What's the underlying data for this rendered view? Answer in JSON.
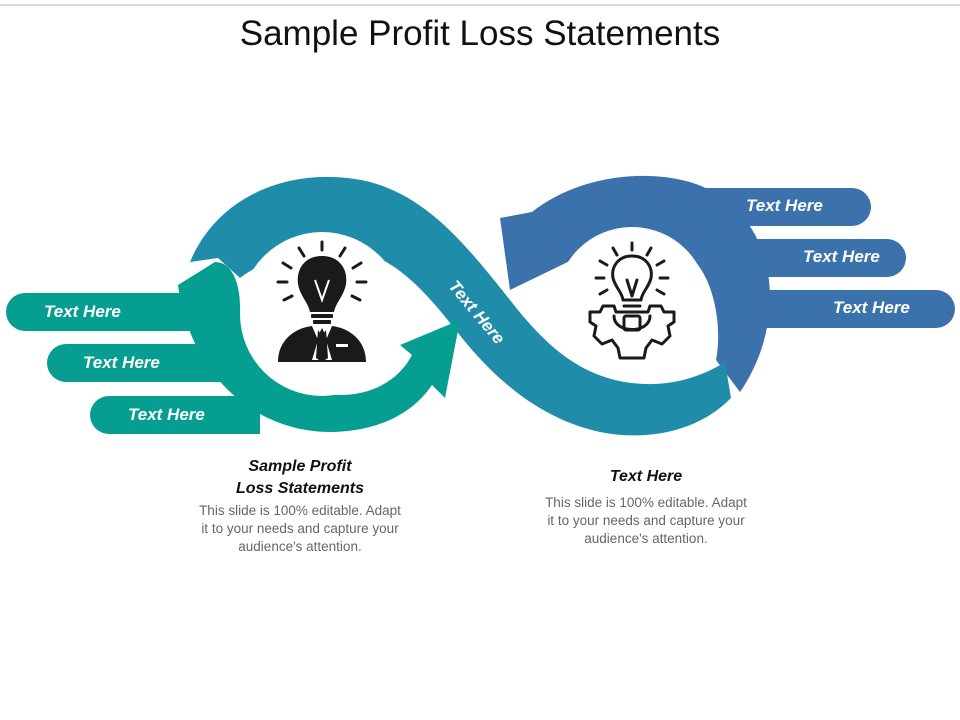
{
  "title": "Sample Profit Loss Statements",
  "colors": {
    "teal": "#079e92",
    "blue_teal": "#1f8caa",
    "steel_blue": "#3c72ac",
    "icon_dark": "#1a1a1a",
    "white": "#ffffff"
  },
  "left_labels": [
    "Text Here",
    "Text Here",
    "Text Here"
  ],
  "right_labels": [
    "Text Here",
    "Text Here",
    "Text Here"
  ],
  "center_label": "Text Here",
  "icons": {
    "left": "businessman-lightbulb-icon",
    "right": "lightbulb-gear-icon"
  },
  "captions": {
    "left": {
      "title_line1": "Sample Profit",
      "title_line2": "Loss Statements",
      "body_line1": "This slide is 100% editable. Adapt",
      "body_line2": "it to your needs and capture your",
      "body_line3": "audience's attention."
    },
    "right": {
      "title": "Text Here",
      "body_line1": "This slide is 100% editable. Adapt",
      "body_line2": "it to your needs and capture your",
      "body_line3": "audience's attention."
    }
  }
}
